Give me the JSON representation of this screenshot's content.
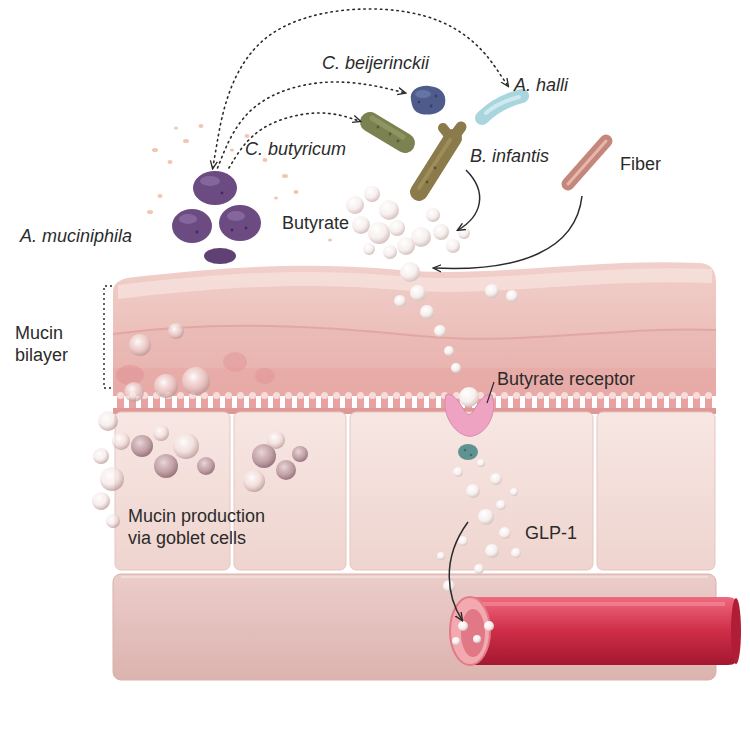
{
  "diagram": {
    "nodes": [
      {
        "text": [
          "C. beijerinckii"
        ]
      },
      {
        "text": [
          "A. halli"
        ]
      },
      {
        "text": [
          "C. butyricum"
        ]
      },
      {
        "text": [
          "B. infantis"
        ]
      },
      {
        "text": [
          "Fiber"
        ]
      },
      {
        "text": [
          "A. muciniphila"
        ]
      }
    ],
    "edges": [
      {
        "from": 5,
        "to": 1,
        "arrow": "both"
      },
      {
        "from": 5,
        "to": 0,
        "arrow": "to"
      },
      {
        "from": 5,
        "to": 2,
        "arrow": "to"
      }
    ],
    "labels": [
      "Butyrate",
      "Mucin bilayer",
      "Butyrate receptor",
      "Mucin production via goblet cells",
      "GLP-1"
    ]
  }
}
